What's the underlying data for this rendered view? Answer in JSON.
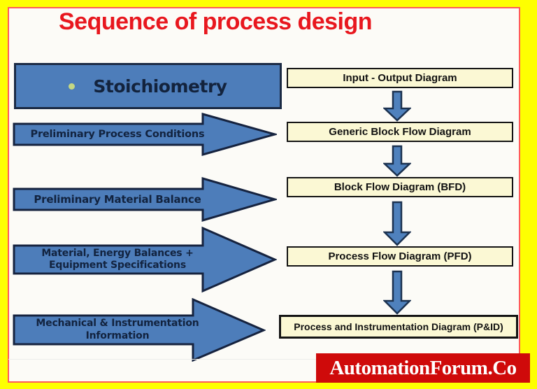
{
  "page": {
    "title": "Sequence of process design",
    "watermark": "AutomationForum.Co"
  },
  "colors": {
    "frame_yellow": "#feff01",
    "frame_inner_line_red": "#ff5a5a",
    "background": "#fcfbf7",
    "shape_blue": "#4d7dba",
    "shape_border_navy": "#16233f",
    "left_text_navy": "#12233f",
    "right_box_cream": "#fbf8d4",
    "right_box_border": "#141414",
    "right_text": "#111111",
    "title_red": "#e8171e",
    "banner_red": "#cf0a0a",
    "banner_text": "#ffffff",
    "bullet_green": "#c5d883"
  },
  "left_steps": [
    {
      "shape": "rounded-rectangle",
      "label": "Stoichiometry"
    },
    {
      "shape": "right-arrow",
      "label": "Preliminary Process Conditions"
    },
    {
      "shape": "right-arrow",
      "label": "Preliminary Material Balance"
    },
    {
      "shape": "right-arrow",
      "label_line1": "Material, Energy Balances +",
      "label_line2": "Equipment Specifications"
    },
    {
      "shape": "right-arrow",
      "label_line1": "Mechanical & Instrumentation",
      "label_line2": "Information"
    }
  ],
  "right_steps": [
    {
      "label": "Input - Output  Diagram"
    },
    {
      "label": "Generic Block Flow Diagram"
    },
    {
      "label": "Block Flow Diagram (BFD)"
    },
    {
      "label": "Process Flow Diagram (PFD)"
    },
    {
      "label": "Process and Instrumentation Diagram (P&ID)"
    }
  ]
}
